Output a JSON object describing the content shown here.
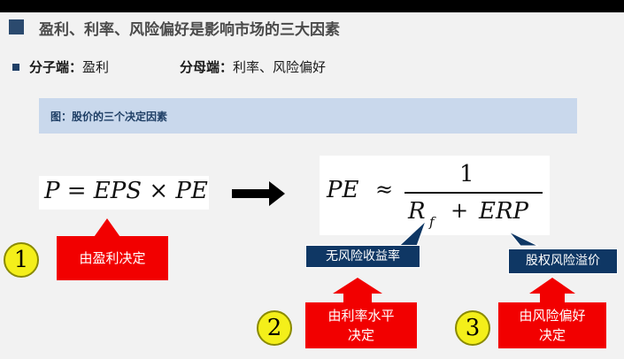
{
  "header": {
    "title": "盈利、利率、风险偏好是影响市场的三大因素"
  },
  "summary": {
    "numerator_label": "分子端：",
    "numerator_value": "盈利",
    "denominator_label": "分母端：",
    "denominator_value": "利率、风险偏好"
  },
  "figure": {
    "caption": "图：股价的三个决定因素"
  },
  "formula_left": {
    "text": "P = EPS × PE"
  },
  "formula_right": {
    "lhs": "PE",
    "approx": "≈",
    "numerator": "1",
    "rf_base": "R",
    "rf_sub": "f",
    "plus": "+",
    "erp": "ERP"
  },
  "callouts": {
    "risk_free": "无风险收益率",
    "equity_premium": "股权风险溢价"
  },
  "factors": [
    {
      "number": "1",
      "label": "由盈利决定"
    },
    {
      "number": "2",
      "label": "由利率水平\n决定"
    },
    {
      "number": "3",
      "label": "由风险偏好\n决定"
    }
  ],
  "colors": {
    "red": "#f20000",
    "navy": "#0f3764",
    "yellow": "#f4ef1a",
    "caption_bg": "#c9d8ec"
  }
}
